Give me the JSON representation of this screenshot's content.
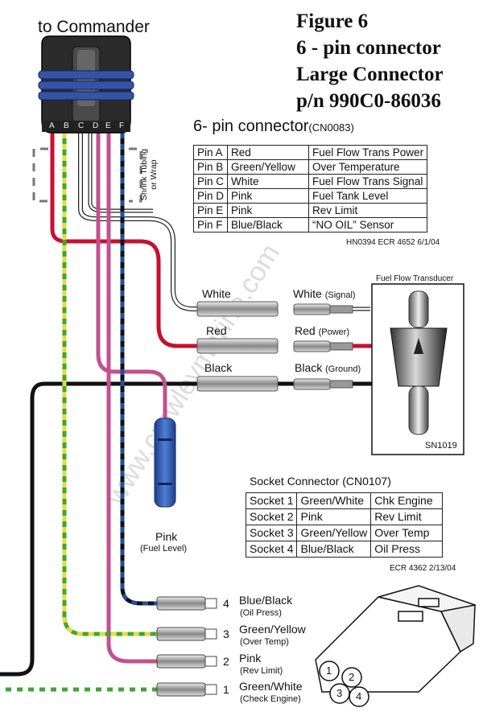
{
  "figure": {
    "to_commander": "to Commander",
    "title_line1": "Figure 6",
    "title_line2": "6 - pin connector",
    "title_line3": "Large Connector",
    "title_line4": "p/n 990C0-86036"
  },
  "connector_pins": [
    "A",
    "B",
    "C",
    "D",
    "E",
    "F"
  ],
  "shrink_tubing_label_1": "Shrink Tubing",
  "shrink_tubing_label_2": "or Wrap",
  "pin_table": {
    "title": "6- pin connector",
    "code": "(CN0083)",
    "rows": [
      [
        "Pin A",
        "Red",
        "Fuel Flow Trans Power"
      ],
      [
        "Pin B",
        "Green/Yellow",
        "Over Temperature"
      ],
      [
        "Pin C",
        "White",
        "Fuel Flow Trans Signal"
      ],
      [
        "Pin D",
        "Pink",
        "Fuel Tank Level"
      ],
      [
        "Pin E",
        "Pink",
        "Rev Limit"
      ],
      [
        "Pin F",
        "Blue/Black",
        "“NO OIL” Sensor"
      ]
    ],
    "footnote": "HN0394 ECR 4652 6/1/04"
  },
  "transducer": {
    "title": "Fuel Flow Transducer",
    "part": "SN1019",
    "left_white": "White",
    "left_red": "Red",
    "left_black": "Black",
    "right_white": "White",
    "right_white_sub": "(Signal)",
    "right_red": "Red",
    "right_red_sub": "(Power)",
    "right_black": "Black",
    "right_black_sub": "(Ground)"
  },
  "fuel_level": {
    "label": "Pink",
    "sub": "(Fuel Level)"
  },
  "socket_table": {
    "title": "Socket Connector",
    "code": "(CN0107)",
    "rows": [
      [
        "Socket 1",
        "Green/White",
        "Chk Engine"
      ],
      [
        "Socket 2",
        "Pink",
        "Rev Limit"
      ],
      [
        "Socket 3",
        "Green/Yellow",
        "Over Temp"
      ],
      [
        "Socket 4",
        "Blue/Black",
        "Oil Press"
      ]
    ],
    "footnote": "ECR 4362 2/13/04"
  },
  "terminals": [
    {
      "num": "4",
      "color": "Blue/Black",
      "sub": "(Oil Press)"
    },
    {
      "num": "3",
      "color": "Green/Yellow",
      "sub": "(Over Temp)"
    },
    {
      "num": "2",
      "color": "Pink",
      "sub": "(Rev Limit)"
    },
    {
      "num": "1",
      "color": "Green/White",
      "sub": "(Check Engine)"
    }
  ],
  "socket_numbers": [
    "1",
    "2",
    "3",
    "4"
  ],
  "watermark": "www.crowleymarine.com",
  "colors": {
    "red": "#c8102e",
    "pink": "#c2508f",
    "green": "#3fa535",
    "yellow": "#e6dc3a",
    "blue": "#1e4fa0",
    "black": "#111111",
    "connector_blue": "#3553a8"
  }
}
